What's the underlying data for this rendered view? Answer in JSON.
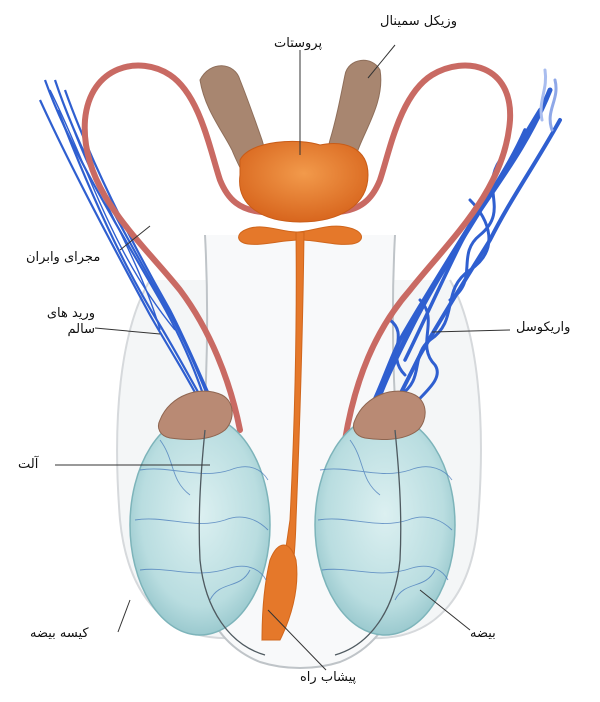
{
  "labels": {
    "seminal_vesicle": "وزیکل سمینال",
    "prostate": "پروستات",
    "vas_deferens": "مجرای وابران",
    "healthy_veins": "ورید های سالم",
    "varicocele": "واریکوسل",
    "penis": "آلت",
    "scrotum": "کیسه بیضه",
    "testis": "بیضه",
    "urethra": "پیشاب راه"
  },
  "colors": {
    "vein_blue": "#2f5fd0",
    "vas_red": "#c96a63",
    "prostate_orange": "#e5782a",
    "vesicle_brown": "#a88670",
    "testis_fill": "#bfe0e3",
    "epididymis": "#b98a74"
  }
}
